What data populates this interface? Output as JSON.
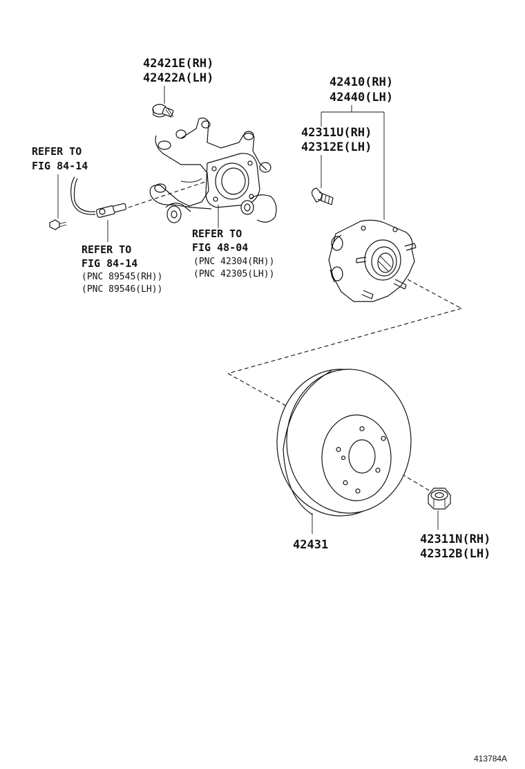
{
  "callouts": {
    "bolt_rh": "42421E(RH)",
    "bolt_lh": "42422A(LH)",
    "hub_rh": "42410(RH)",
    "hub_lh": "42440(LH)",
    "stud_rh": "42311U(RH)",
    "stud_lh": "42312E(LH)",
    "refer_left_1": "REFER TO",
    "refer_left_2": "FIG 84-14",
    "refer_sensor_1": "REFER TO",
    "refer_sensor_2": "FIG 84-14",
    "pnc_sensor_rh": "(PNC 89545(RH))",
    "pnc_sensor_lh": "(PNC 89546(LH))",
    "refer_knuckle_1": "REFER TO",
    "refer_knuckle_2": "FIG 48-04",
    "pnc_knuckle_rh": "(PNC 42304(RH))",
    "pnc_knuckle_lh": "(PNC 42305(LH))",
    "disc": "42431",
    "nut_rh": "42311N(RH)",
    "nut_lh": "42312B(LH)"
  },
  "figure_id": "413784A"
}
